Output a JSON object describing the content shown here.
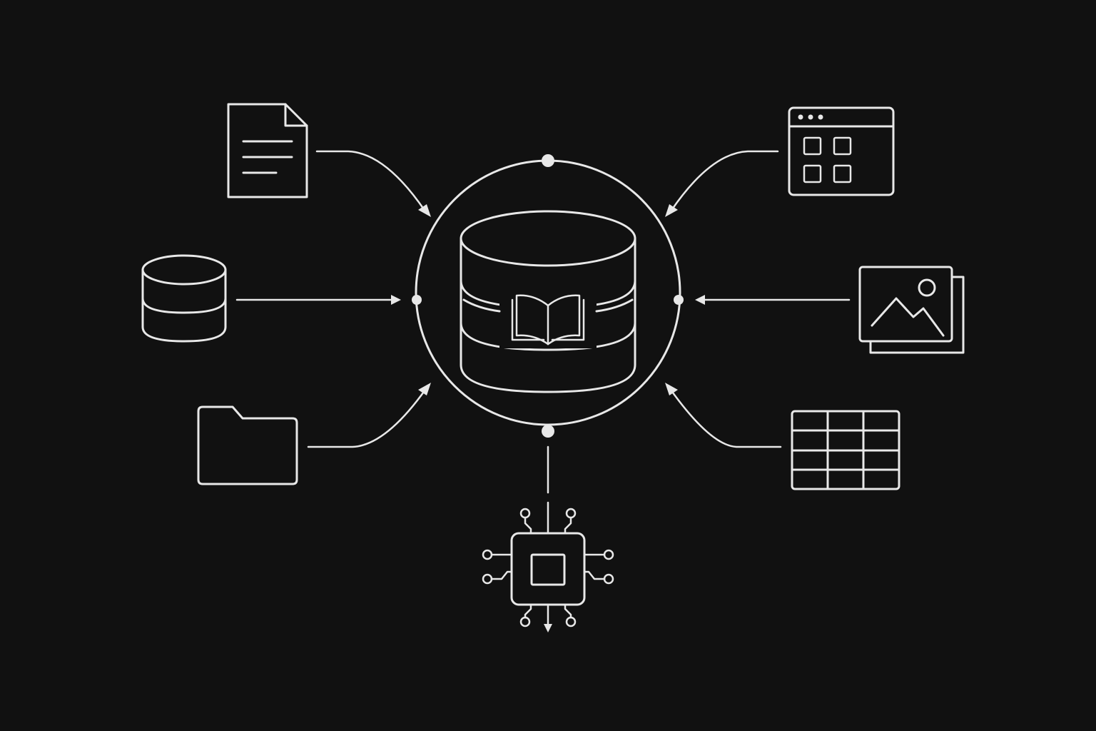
{
  "diagram": {
    "background_color": "#111111",
    "stroke_color": "#e8e8e8",
    "center": {
      "icon": "database-with-book-icon",
      "ring": "orbit-ring"
    },
    "sources": [
      {
        "id": "document",
        "icon": "document-icon",
        "side": "left",
        "direction": "inbound"
      },
      {
        "id": "database",
        "icon": "database-icon",
        "side": "left",
        "direction": "inbound"
      },
      {
        "id": "folder",
        "icon": "folder-icon",
        "side": "left",
        "direction": "inbound"
      },
      {
        "id": "web-app",
        "icon": "browser-window-icon",
        "side": "right",
        "direction": "inbound"
      },
      {
        "id": "images",
        "icon": "image-stack-icon",
        "side": "right",
        "direction": "inbound"
      },
      {
        "id": "spreadsheet",
        "icon": "table-grid-icon",
        "side": "right",
        "direction": "inbound"
      },
      {
        "id": "processor",
        "icon": "ai-chip-icon",
        "side": "bottom",
        "direction": "connected"
      }
    ]
  }
}
